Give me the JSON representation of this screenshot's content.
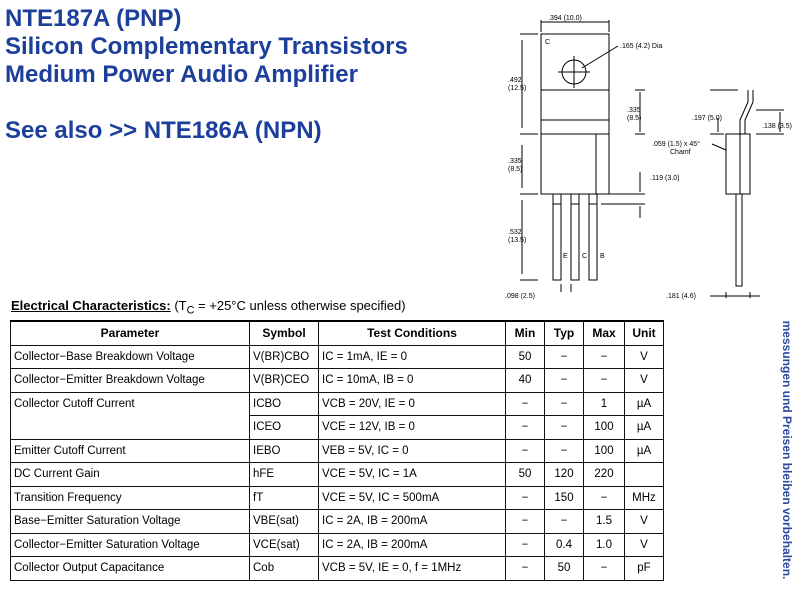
{
  "header": {
    "line1": "NTE187A (PNP)",
    "line2": "Silicon Complementary Transistors",
    "line3": "Medium Power Audio Amplifier",
    "see_also": "See also >> NTE186A (NPN)"
  },
  "drawing": {
    "dim_width": ".394 (10.0)",
    "dim_hole": ".165 (4.2) Dia",
    "dim_tab_height": ".492\n(12.5)",
    "dim_tab_height_l1": ".492",
    "dim_tab_height_l2": "(12.5)",
    "dim_hole_offset_l1": ".335",
    "dim_hole_offset_l2": "(8.5)",
    "dim_body_l1": ".335",
    "dim_body_l2": "(8.5)",
    "dim_leads_l1": ".532",
    "dim_leads_l2": "(13.5)",
    "dim_pitch": ".098 (2.5)",
    "dim_lead_spacing": ".119 (3.0)",
    "dim_side_197": ".197 (5.0)",
    "dim_side_138": ".138 (3.5)",
    "dim_chamf_l1": ".059 (1.5) x 45°",
    "dim_chamf_l2": "Chamf",
    "dim_side_181": ".181 (4.6)",
    "pin_c_tab": "C",
    "pin_e": "E",
    "pin_c": "C",
    "pin_b": "B"
  },
  "electrical": {
    "title_label": "Electrical Characteristics:",
    "title_cond_open": "(T",
    "title_cond_sub": "C",
    "title_cond_rest": " = +25°C unless otherwise specified)",
    "headers": [
      "Parameter",
      "Symbol",
      "Test Conditions",
      "Min",
      "Typ",
      "Max",
      "Unit"
    ],
    "rows": [
      {
        "parameter": "Collector−Base Breakdown Voltage",
        "symbol": "V(BR)CBO",
        "conditions": "IC = 1mA, IE = 0",
        "min": "50",
        "typ": "−",
        "max": "−",
        "unit": "V"
      },
      {
        "parameter": "Collector−Emitter Breakdown Voltage",
        "symbol": "V(BR)CEO",
        "conditions": "IC = 10mA, IB = 0",
        "min": "40",
        "typ": "−",
        "max": "−",
        "unit": "V"
      },
      {
        "parameter": "Collector Cutoff Current",
        "symbol": "ICBO",
        "conditions": "VCB = 20V, IE = 0",
        "min": "−",
        "typ": "−",
        "max": "1",
        "unit": "µA"
      },
      {
        "parameter": "",
        "symbol": "ICEO",
        "conditions": "VCE = 12V, IB = 0",
        "min": "−",
        "typ": "−",
        "max": "100",
        "unit": "µA"
      },
      {
        "parameter": "Emitter Cutoff Current",
        "symbol": "IEBO",
        "conditions": "VEB = 5V, IC = 0",
        "min": "−",
        "typ": "−",
        "max": "100",
        "unit": "µA"
      },
      {
        "parameter": "DC Current Gain",
        "symbol": "hFE",
        "conditions": "VCE = 5V, IC = 1A",
        "min": "50",
        "typ": "120",
        "max": "220",
        "unit": ""
      },
      {
        "parameter": "Transition Frequency",
        "symbol": "fT",
        "conditions": "VCE = 5V, IC = 500mA",
        "min": "−",
        "typ": "150",
        "max": "−",
        "unit": "MHz"
      },
      {
        "parameter": "Base−Emitter Saturation Voltage",
        "symbol": "VBE(sat)",
        "conditions": "IC = 2A, IB = 200mA",
        "min": "−",
        "typ": "−",
        "max": "1.5",
        "unit": "V"
      },
      {
        "parameter": "Collector−Emitter Saturation Voltage",
        "symbol": "VCE(sat)",
        "conditions": "IC = 2A, IB = 200mA",
        "min": "−",
        "typ": "0.4",
        "max": "1.0",
        "unit": "V"
      },
      {
        "parameter": "Collector Output Capacitance",
        "symbol": "Cob",
        "conditions": "VCB = 5V, IE = 0, f = 1MHz",
        "min": "−",
        "typ": "50",
        "max": "−",
        "unit": "pF"
      }
    ]
  },
  "side_note": "messungen und Preisen bleiben vorbehalten."
}
